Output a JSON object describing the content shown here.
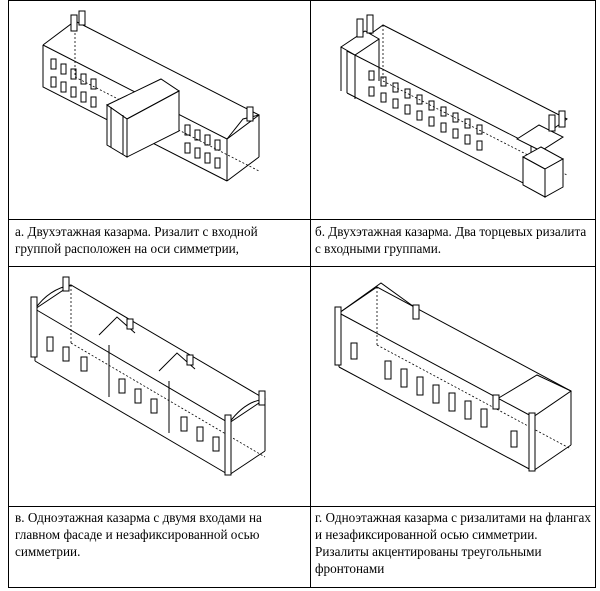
{
  "panels": [
    {
      "id": "a",
      "caption": "а. Двухэтажная казарма. Ризалит с входной группой расположен на оси симметрии,"
    },
    {
      "id": "b",
      "caption": "б. Двухэтажная казарма. Два торцевых ризалита с входными группами."
    },
    {
      "id": "v",
      "caption": "в. Одноэтажная казарма с двумя  входами на главном фасаде и незафиксированной осью симметрии."
    },
    {
      "id": "g",
      "caption": "г. Одноэтажная казарма с ризалитами на флангах и незафиксированной осью симметрии. Ризалиты акцентированы треугольными фронтонами"
    }
  ]
}
